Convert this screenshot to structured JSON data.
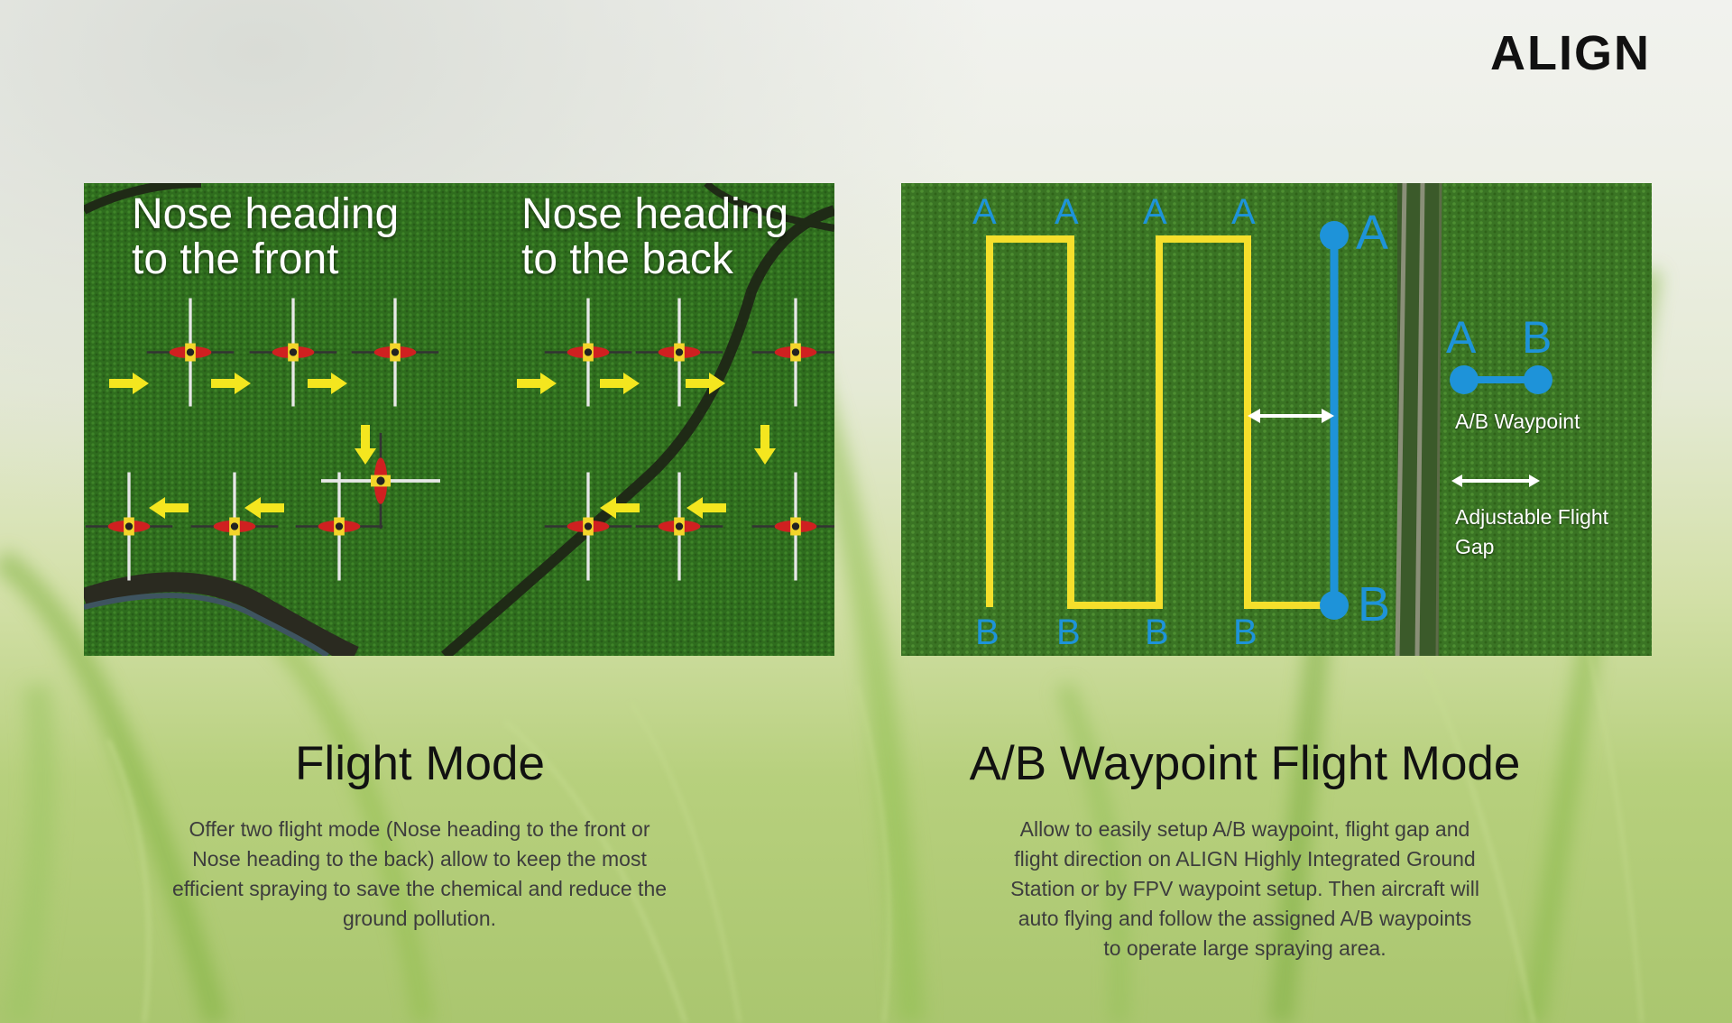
{
  "brand": {
    "logo_text": "ALIGN"
  },
  "flight_mode": {
    "caption_front": [
      "Nose heading",
      "to the front"
    ],
    "caption_back": [
      "Nose heading",
      "to the back"
    ],
    "title": "Flight Mode",
    "lines": [
      "Offer two flight mode (Nose heading to the front or",
      "Nose heading to the back) allow to keep the most",
      "efficient spraying to save the chemical and reduce the",
      "ground pollution."
    ]
  },
  "ab_mode": {
    "top_labels": [
      "A",
      "A",
      "A",
      "A"
    ],
    "bottom_labels": [
      "B",
      "B",
      "B",
      "B"
    ],
    "line_a_label": "A",
    "line_b_label": "B",
    "legend_a": "A",
    "legend_b": "B",
    "legend_waypoint": "A/B Waypoint",
    "legend_gap": [
      "Adjustable Flight",
      "Gap"
    ],
    "title": "A/B Waypoint Flight Mode",
    "lines": [
      "Allow to easily setup A/B waypoint, flight gap and",
      "flight direction on ALIGN Highly Integrated Ground",
      "Station or by FPV waypoint setup. Then aircraft will",
      "auto flying and follow the assigned A/B waypoints",
      "to operate large spraying area."
    ]
  },
  "colors": {
    "path_yellow": "#f5df2c",
    "waypoint_blue": "#1e93d9",
    "field_green": "#2f6d1e"
  },
  "icons": [
    "drone-icon",
    "yellow-arrow-right-icon",
    "yellow-arrow-left-icon",
    "yellow-arrow-down-icon",
    "double-arrow-icon"
  ]
}
